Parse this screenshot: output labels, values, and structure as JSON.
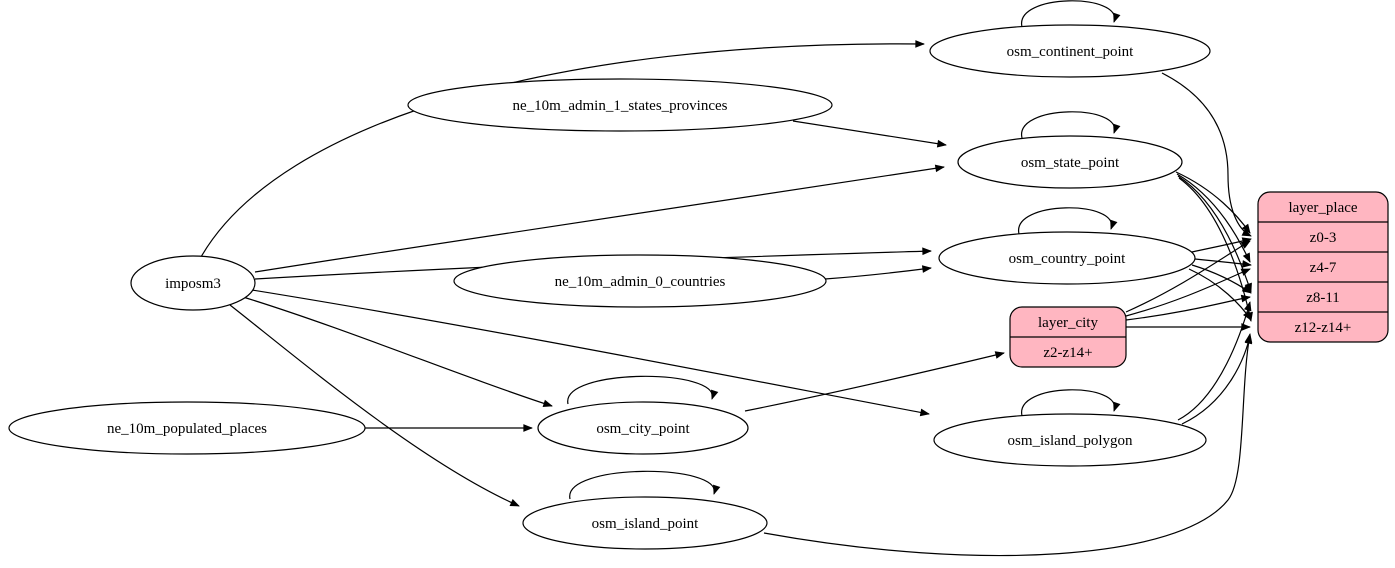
{
  "diagram": {
    "type": "etl-graph",
    "background": "#ffffff"
  },
  "colors": {
    "record_fill": "#ffb6c1",
    "node_fill": "#ffffff",
    "stroke": "#000000"
  },
  "nodes": {
    "imposm3": {
      "label": "imposm3"
    },
    "ne_10m_admin_1_states_provinces": {
      "label": "ne_10m_admin_1_states_provinces"
    },
    "ne_10m_admin_0_countries": {
      "label": "ne_10m_admin_0_countries"
    },
    "ne_10m_populated_places": {
      "label": "ne_10m_populated_places"
    },
    "osm_continent_point": {
      "label": "osm_continent_point"
    },
    "osm_state_point": {
      "label": "osm_state_point"
    },
    "osm_country_point": {
      "label": "osm_country_point"
    },
    "osm_city_point": {
      "label": "osm_city_point"
    },
    "osm_island_polygon": {
      "label": "osm_island_polygon"
    },
    "osm_island_point": {
      "label": "osm_island_point"
    }
  },
  "records": {
    "layer_city": {
      "title": "layer_city",
      "rows": [
        "z2-z14+"
      ]
    },
    "layer_place": {
      "title": "layer_place",
      "rows": [
        "z0-3",
        "z4-7",
        "z8-11",
        "z12-z14+"
      ]
    }
  },
  "edges": [
    {
      "from": "imposm3",
      "to": "osm_continent_point"
    },
    {
      "from": "imposm3",
      "to": "osm_state_point"
    },
    {
      "from": "imposm3",
      "to": "osm_country_point"
    },
    {
      "from": "imposm3",
      "to": "osm_city_point"
    },
    {
      "from": "imposm3",
      "to": "osm_island_polygon"
    },
    {
      "from": "imposm3",
      "to": "osm_island_point"
    },
    {
      "from": "ne_10m_admin_1_states_provinces",
      "to": "osm_state_point"
    },
    {
      "from": "ne_10m_admin_0_countries",
      "to": "osm_country_point"
    },
    {
      "from": "ne_10m_populated_places",
      "to": "osm_city_point"
    },
    {
      "from": "osm_continent_point",
      "to": "osm_continent_point"
    },
    {
      "from": "osm_state_point",
      "to": "osm_state_point"
    },
    {
      "from": "osm_country_point",
      "to": "osm_country_point"
    },
    {
      "from": "osm_city_point",
      "to": "osm_city_point"
    },
    {
      "from": "osm_island_polygon",
      "to": "osm_island_polygon"
    },
    {
      "from": "osm_island_point",
      "to": "osm_island_point"
    },
    {
      "from": "osm_city_point",
      "to": "layer_city:z2-z14+"
    },
    {
      "from": "osm_continent_point",
      "to": "layer_place:z0-3"
    },
    {
      "from": "osm_state_point",
      "to": "layer_place:z0-3"
    },
    {
      "from": "osm_state_point",
      "to": "layer_place:z4-7"
    },
    {
      "from": "osm_state_point",
      "to": "layer_place:z8-11"
    },
    {
      "from": "osm_state_point",
      "to": "layer_place:z12-z14+"
    },
    {
      "from": "osm_country_point",
      "to": "layer_place:z0-3"
    },
    {
      "from": "osm_country_point",
      "to": "layer_place:z4-7"
    },
    {
      "from": "osm_country_point",
      "to": "layer_place:z8-11"
    },
    {
      "from": "osm_country_point",
      "to": "layer_place:z12-z14+"
    },
    {
      "from": "layer_city",
      "to": "layer_place:z0-3"
    },
    {
      "from": "layer_city",
      "to": "layer_place:z4-7"
    },
    {
      "from": "layer_city",
      "to": "layer_place:z8-11"
    },
    {
      "from": "layer_city",
      "to": "layer_place:z12-z14+"
    },
    {
      "from": "osm_island_polygon",
      "to": "layer_place:z8-11"
    },
    {
      "from": "osm_island_polygon",
      "to": "layer_place:z12-z14+"
    },
    {
      "from": "osm_island_point",
      "to": "layer_place:z12-z14+"
    }
  ]
}
